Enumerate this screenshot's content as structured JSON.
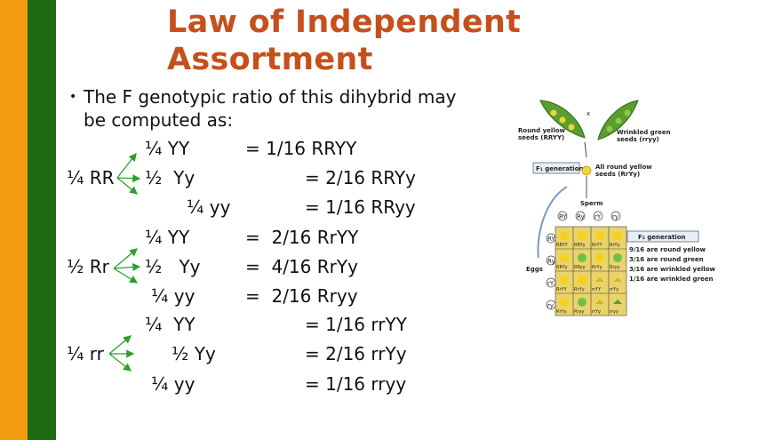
{
  "slide": {
    "title": "Law of Independent Assortment",
    "bullet": "The F genotypic ratio of this dihybrid may be computed as:",
    "rows": [
      {
        "parent": "",
        "mid": "¼ YY",
        "result": "= 1/16 RRYY"
      },
      {
        "parent": "¼ RR",
        "mid": "½  Yy",
        "result": "= 2/16 RRYy"
      },
      {
        "parent": "",
        "mid": "¼ yy",
        "result": "= 1/16 RRyy"
      },
      {
        "parent": "",
        "mid": "¼ YY",
        "result": "=  2/16 RrYY"
      },
      {
        "parent": "½ Rr",
        "mid": "½   Yy",
        "result": "=  4/16 RrYy"
      },
      {
        "parent": "",
        "mid": "¼ yy",
        "result": "=  2/16 Rryy"
      },
      {
        "parent": "",
        "mid": "¼  YY",
        "result": "= 1/16 rrYY"
      },
      {
        "parent": "¼ rr",
        "mid": "½ Yy",
        "result": "= 2/16 rrYy"
      },
      {
        "parent": "",
        "mid": "¼ yy",
        "result": "= 1/16 rryy"
      }
    ]
  },
  "figure": {
    "cross_symbol": "x",
    "left_label_1": "Round yellow",
    "left_label_2": "seeds (RRYY)",
    "right_label_1": "Wrinkled green",
    "right_label_2": "seeds (rryy)",
    "f1_label": "F₁ generation",
    "f1_desc_1": "All round yellow",
    "f1_desc_2": "seeds (RrYy)",
    "sperm_label": "Sperm",
    "eggs_label": "Eggs",
    "gametes": [
      "RY",
      "Ry",
      "rY",
      "ry"
    ],
    "grid": [
      [
        "RRYY",
        "RRYy",
        "RrYY",
        "RrYy"
      ],
      [
        "RRYy",
        "RRyy",
        "RrYy",
        "Rryy"
      ],
      [
        "RrYY",
        "RrYy",
        "rrYY",
        "rrYy"
      ],
      [
        "RrYy",
        "Rryy",
        "rrYy",
        "rryy"
      ]
    ],
    "f2_label": "F₂ generation",
    "ratio_1": "9/16 are round yellow",
    "ratio_2": "3/16 are round green",
    "ratio_3": "3/16 are wrinkled yellow",
    "ratio_4": "1/16 are wrinkled green",
    "colors": {
      "accent_arrow": "#2e9e2e",
      "title": "#c5501d"
    }
  }
}
